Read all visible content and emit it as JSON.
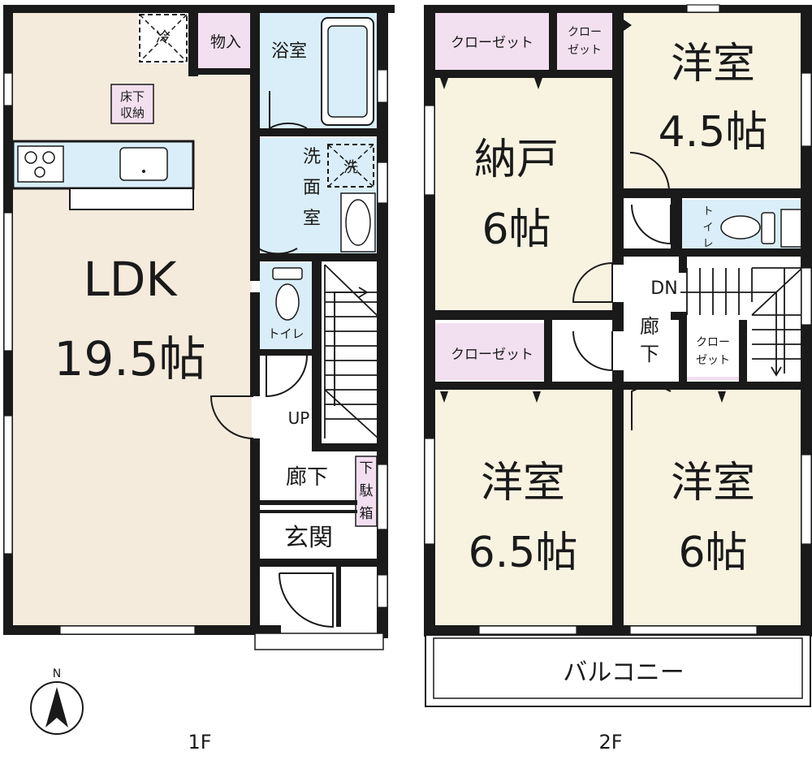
{
  "floor1": {
    "ldk": [
      "LDK",
      "19.5帖"
    ],
    "fridge": "冷",
    "storage": "物入",
    "underfloor": [
      "床下",
      "収納"
    ],
    "bath": "浴室",
    "washroom": [
      "洗",
      "面",
      "室"
    ],
    "washer": "洗",
    "toilet": "トイレ",
    "stairs_up": "UP",
    "hallway": "廊下",
    "shoe_box": [
      "下",
      "駄",
      "箱"
    ],
    "entrance": "玄関",
    "floor_label": "1F"
  },
  "floor2": {
    "closet_wide": "クローゼット",
    "closet_small": [
      "クロー",
      "ゼット"
    ],
    "storeroom": [
      "納戸",
      "6帖"
    ],
    "western_45": [
      "洋室",
      "4.5帖"
    ],
    "western_65": [
      "洋室",
      "6.5帖"
    ],
    "western_6": [
      "洋室",
      "6帖"
    ],
    "toilet": [
      "ト",
      "イ",
      "レ"
    ],
    "stairs_down": "DN",
    "hallway": [
      "廊",
      "下"
    ],
    "balcony": "バルコニー",
    "floor_label": "2F"
  },
  "compass": {
    "north": "N"
  },
  "colors": {
    "ldk": "#f5ebdc",
    "bedroom": "#f8f3e1",
    "water": "#d9eef8",
    "storage": "#f2dff0",
    "wall": "#1a1a1a",
    "hall": "#ffffff"
  }
}
